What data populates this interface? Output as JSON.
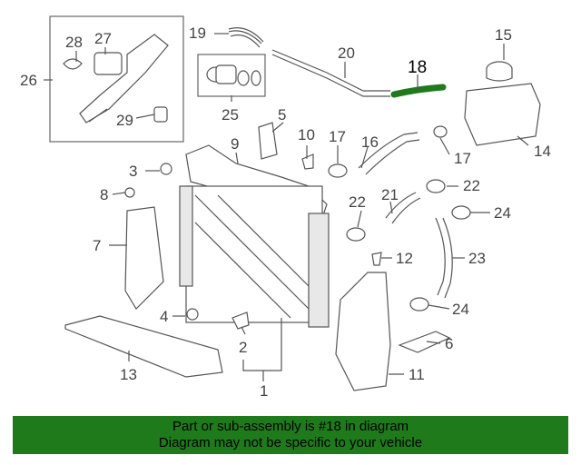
{
  "highlight_part": "18",
  "highlight_color": "#1f7a1c",
  "banner": {
    "line1": "Part or sub-assembly is #18 in diagram",
    "line2": "Diagram may not be specific to your vehicle",
    "bg_color": "#1f7a1c"
  },
  "callouts": {
    "c1": "1",
    "c2": "2",
    "c3": "3",
    "c4": "4",
    "c5": "5",
    "c6": "6",
    "c7": "7",
    "c8": "8",
    "c9": "9",
    "c10": "10",
    "c11": "11",
    "c12": "12",
    "c13": "13",
    "c14": "14",
    "c15": "15",
    "c16": "16",
    "c17a": "17",
    "c17b": "17",
    "c18": "18",
    "c19": "19",
    "c20": "20",
    "c21": "21",
    "c22a": "22",
    "c22b": "22",
    "c23": "23",
    "c24a": "24",
    "c24b": "24",
    "c25": "25",
    "c26": "26",
    "c27": "27",
    "c28": "28",
    "c29": "29"
  }
}
